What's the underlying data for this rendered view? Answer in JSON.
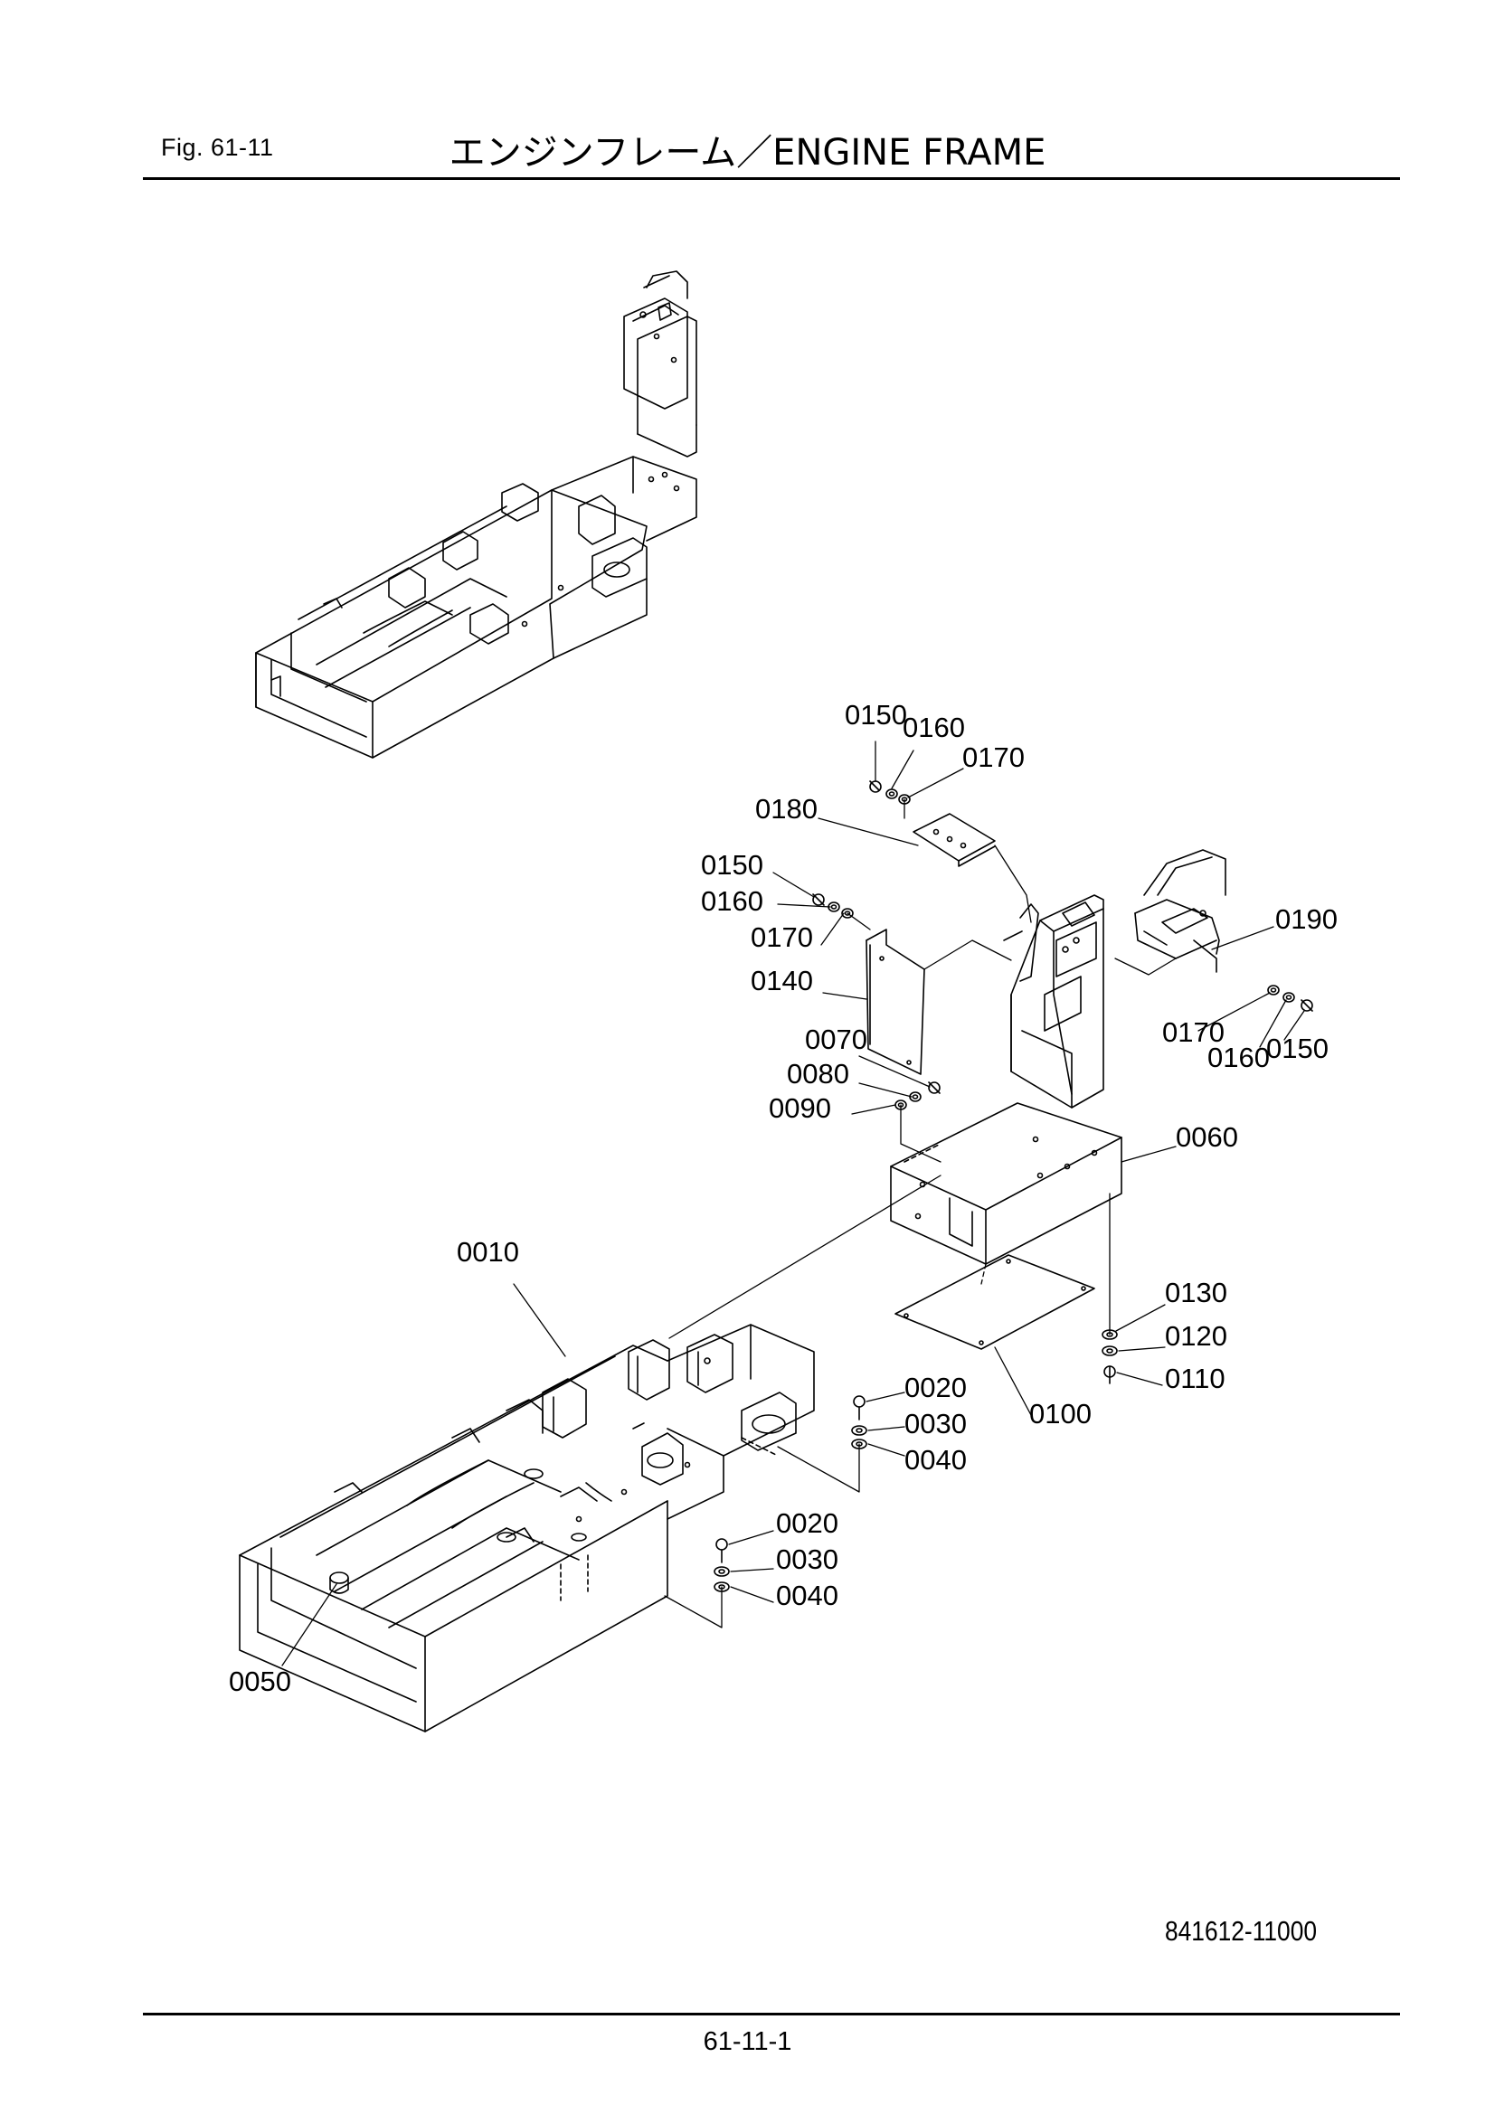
{
  "header": {
    "fig_label": "Fig.  61-11",
    "title": "エンジンフレーム／ENGINE FRAME"
  },
  "callouts": [
    {
      "id": "c0150a",
      "text": "0150"
    },
    {
      "id": "c0160a",
      "text": "0160"
    },
    {
      "id": "c0170a",
      "text": "0170"
    },
    {
      "id": "c0180",
      "text": "0180"
    },
    {
      "id": "c0150b",
      "text": "0150"
    },
    {
      "id": "c0160b",
      "text": "0160"
    },
    {
      "id": "c0170b",
      "text": "0170"
    },
    {
      "id": "c0140",
      "text": "0140"
    },
    {
      "id": "c0070",
      "text": "0070"
    },
    {
      "id": "c0080",
      "text": "0080"
    },
    {
      "id": "c0090",
      "text": "0090"
    },
    {
      "id": "c0190",
      "text": "0190"
    },
    {
      "id": "c0170c",
      "text": "0170"
    },
    {
      "id": "c0160c",
      "text": "0160"
    },
    {
      "id": "c0150c",
      "text": "0150"
    },
    {
      "id": "c0060",
      "text": "0060"
    },
    {
      "id": "c0010",
      "text": "0010"
    },
    {
      "id": "c0130",
      "text": "0130"
    },
    {
      "id": "c0120",
      "text": "0120"
    },
    {
      "id": "c0110",
      "text": "0110"
    },
    {
      "id": "c0100",
      "text": "0100"
    },
    {
      "id": "c0020a",
      "text": "0020"
    },
    {
      "id": "c0030a",
      "text": "0030"
    },
    {
      "id": "c0040a",
      "text": "0040"
    },
    {
      "id": "c0020b",
      "text": "0020"
    },
    {
      "id": "c0030b",
      "text": "0030"
    },
    {
      "id": "c0040b",
      "text": "0040"
    },
    {
      "id": "c0050",
      "text": "0050"
    }
  ],
  "footer": {
    "drawing_number": "841612-11000",
    "page_number": "61-11-1"
  }
}
